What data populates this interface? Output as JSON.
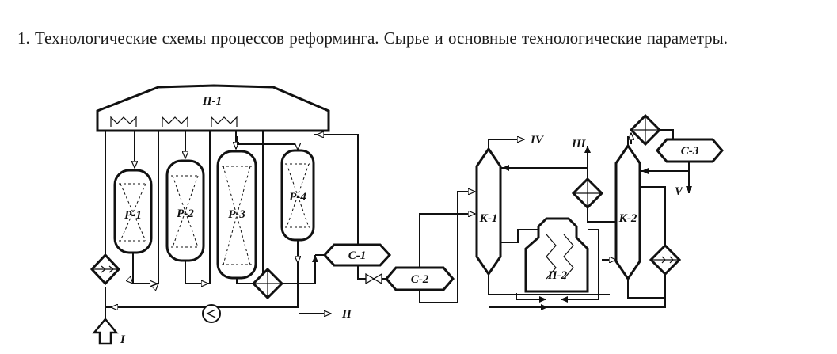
{
  "heading": "1. Технологические схемы  процессов  реформинга. Сырье и основные технологические параметры.",
  "units": {
    "furnace_1": "П-1",
    "furnace_2": "П-2",
    "reactor_1": "Р-1",
    "reactor_2": "Р-2",
    "reactor_3": "Р-3",
    "reactor_4": "Р-4",
    "separator_1": "С-1",
    "separator_2": "С-2",
    "separator_3": "С-3",
    "column_1": "К-1",
    "column_2": "К-2"
  },
  "streams": {
    "s1": "I",
    "s2": "II",
    "s3": "III",
    "s4": "IV",
    "s5": "V"
  }
}
